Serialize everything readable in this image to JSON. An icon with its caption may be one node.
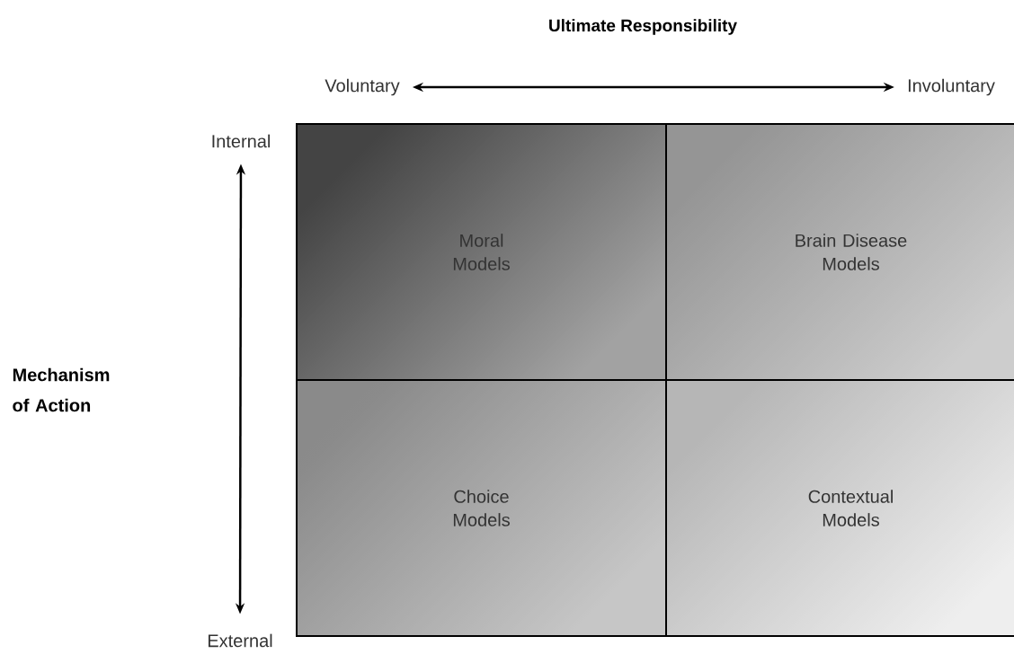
{
  "diagram": {
    "nodes": [
      {
        "text": [
          "Voluntary"
        ]
      },
      {
        "text": [
          "Involuntary"
        ]
      },
      {
        "text": [
          "Internal"
        ]
      },
      {
        "text": [
          "Moral Models"
        ]
      },
      {
        "text": [
          "Brain Disease Models"
        ]
      },
      {
        "text": [
          "Choice Models"
        ]
      },
      {
        "text": [
          "Contextual Models"
        ]
      },
      {
        "text": [
          "External"
        ]
      }
    ],
    "edges": [
      {
        "from": 0,
        "to": 1,
        "arrow": "both"
      },
      {
        "from": 2,
        "to": 7,
        "arrow": "both"
      }
    ],
    "labels": [
      "Ultimate Responsibility",
      "Mechanism of Action"
    ]
  }
}
